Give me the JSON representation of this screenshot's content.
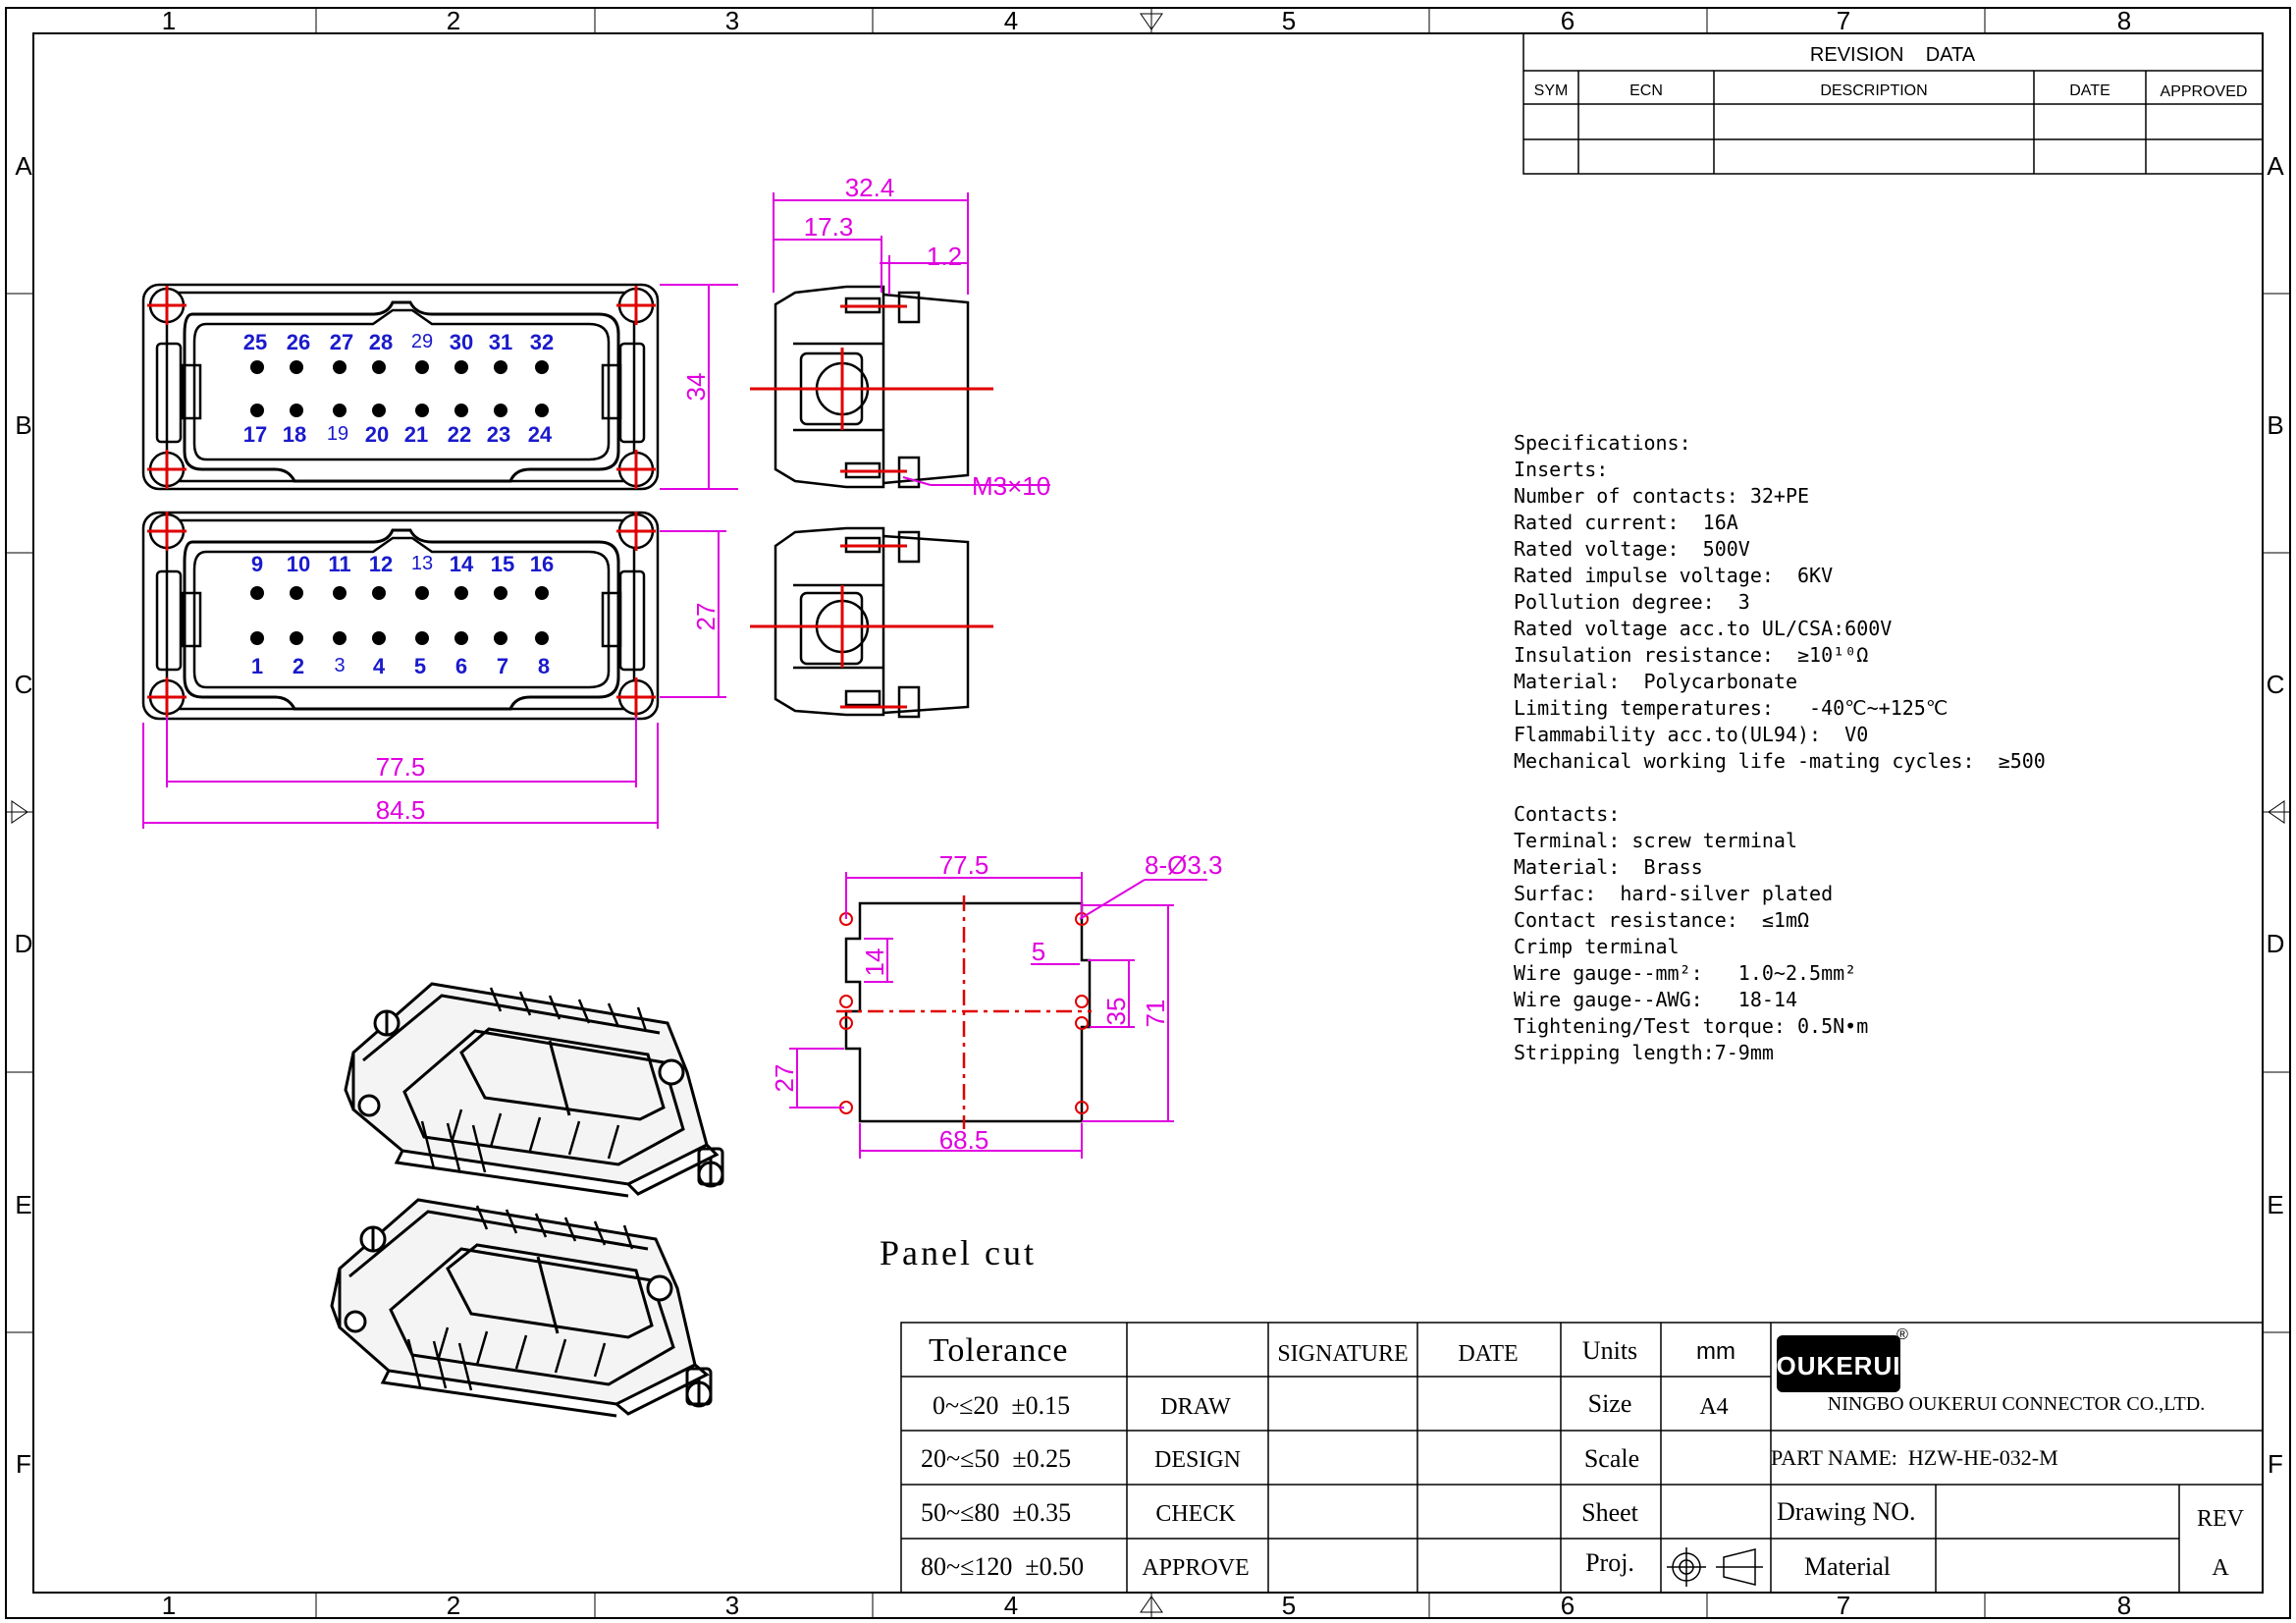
{
  "colors": {
    "dimension": "#e000e0",
    "centerline": "#e00000",
    "pin_label": "#1a1acc",
    "line": "#000000"
  },
  "border": {
    "columns": [
      "1",
      "2",
      "3",
      "4",
      "5",
      "6",
      "7",
      "8"
    ],
    "rows": [
      "A",
      "B",
      "C",
      "D",
      "E",
      "F"
    ]
  },
  "revision": {
    "title": "REVISION    DATA",
    "headers": [
      "SYM",
      "ECN",
      "DESCRIPTION",
      "DATE",
      "APPROVED"
    ]
  },
  "connector": {
    "top_pins_upper": [
      "25",
      "26",
      "27",
      "28",
      "29",
      "30",
      "31",
      "32"
    ],
    "top_pins_lower": [
      "17",
      "18",
      "19",
      "20",
      "21",
      "22",
      "23",
      "24"
    ],
    "bottom_pins_upper": [
      "9",
      "10",
      "11",
      "12",
      "13",
      "14",
      "15",
      "16"
    ],
    "bottom_pins_lower": [
      "1",
      "2",
      "3",
      "4",
      "5",
      "6",
      "7",
      "8"
    ]
  },
  "dimensions": {
    "width_inner": "77.5",
    "width_outer": "84.5",
    "height_top": "34",
    "height_bottom": "27",
    "side_total": "32.4",
    "side_partial": "17.3",
    "side_small": "1.2",
    "screw": "M3×10",
    "panel_top": "77.5",
    "panel_holes": "8-Ø3.3",
    "panel_bottom": "68.5",
    "panel_notch": "14",
    "panel_notch_width": "5",
    "panel_inner_h": "35",
    "panel_outer_h": "71",
    "panel_left_h": "27"
  },
  "panel_cut_label": "Panel cut",
  "specifications": [
    "Specifications:",
    "Inserts:",
    "Number of contacts: 32+PE",
    "Rated current:  16A",
    "Rated voltage:  500V",
    "Rated impulse voltage:  6KV",
    "Pollution degree:  3",
    "Rated voltage acc.to UL/CSA:600V",
    "Insulation resistance:  ≥10¹⁰Ω",
    "Material:  Polycarbonate",
    "Limiting temperatures:   -40℃~+125℃",
    "Flammability acc.to(UL94):  V0",
    "Mechanical working life -mating cycles:  ≥500",
    "",
    "Contacts:",
    "Terminal: screw terminal",
    "Material:  Brass",
    "Surfac:  hard-silver plated",
    "Contact resistance:  ≤1mΩ",
    "Crimp terminal",
    "Wire gauge--mm²:   1.0~2.5mm²",
    "Wire gauge--AWG:   18-14",
    "Tightening/Test torque: 0.5N•m",
    "Stripping length:7-9mm"
  ],
  "title_block": {
    "tolerance_label": "Tolerance",
    "signature_label": "SIGNATURE",
    "date_label": "DATE",
    "units_label": "Units",
    "units_value": "mm",
    "rows": [
      {
        "tol": "0~≤20  ±0.15",
        "role": "DRAW"
      },
      {
        "tol": "20~≤50  ±0.25",
        "role": "DESIGN"
      },
      {
        "tol": "50~≤80  ±0.35",
        "role": "CHECK"
      },
      {
        "tol": "80~≤120  ±0.50",
        "role": "APPROVE"
      }
    ],
    "size_label": "Size",
    "size_value": "A4",
    "scale_label": "Scale",
    "sheet_label": "Sheet",
    "proj_label": "Proj.",
    "logo_text": "OUKERUI",
    "logo_mark": "®",
    "company": "NINGBO OUKERUI CONNECTOR CO.,LTD.",
    "part_name": "PART NAME:  HZW-HE-032-M",
    "drawing_no": "Drawing NO.",
    "material": "Material",
    "rev_label": "REV",
    "rev_value": "A"
  }
}
